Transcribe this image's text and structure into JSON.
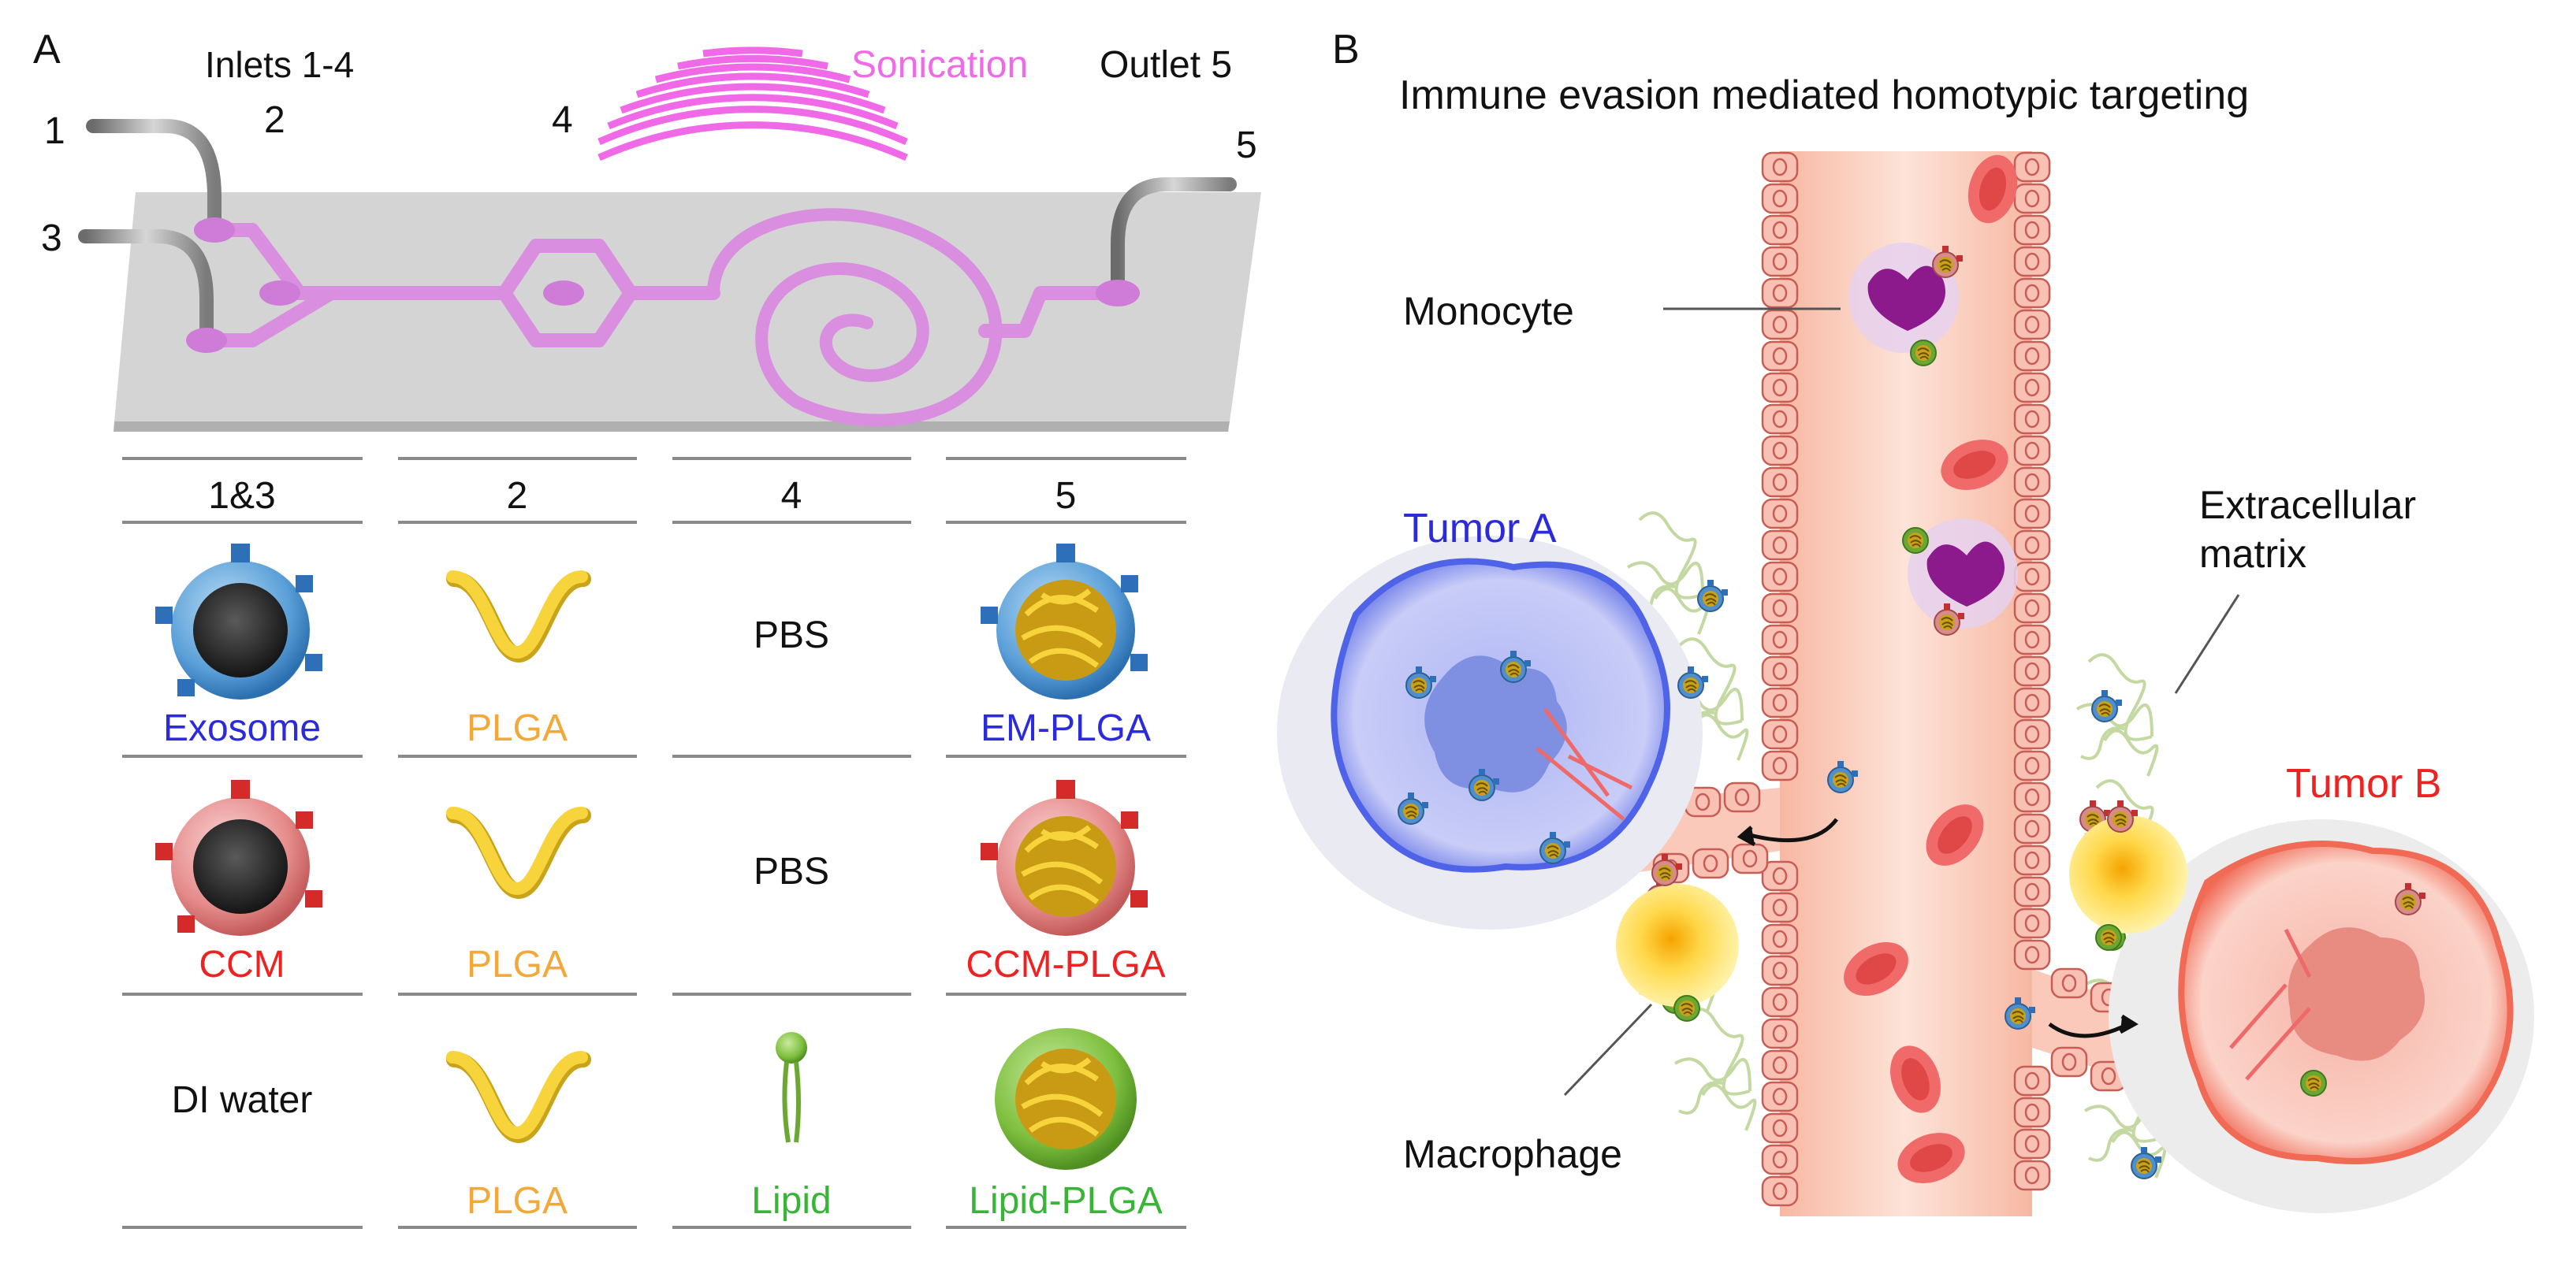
{
  "panel_a": {
    "letter": "A",
    "inlets_label": "Inlets 1-4",
    "sonication_label": "Sonication",
    "outlet_label": "Outlet 5",
    "port_labels": [
      "1",
      "2",
      "3",
      "4",
      "5"
    ],
    "table": {
      "headers": [
        "1&3",
        "2",
        "4",
        "5"
      ],
      "rows": [
        {
          "inlet13": "Exosome",
          "inlet2": "PLGA",
          "inlet4": "PBS",
          "outlet": "EM-PLGA"
        },
        {
          "inlet13": "CCM",
          "inlet2": "PLGA",
          "inlet4": "PBS",
          "outlet": "CCM-PLGA"
        },
        {
          "inlet13": "DI water",
          "inlet2": "PLGA",
          "inlet4": "Lipid",
          "outlet": "Lipid-PLGA"
        }
      ]
    }
  },
  "panel_b": {
    "letter": "B",
    "title": "Immune evasion mediated homotypic targeting",
    "labels": {
      "monocyte": "Monocyte",
      "tumor_a": "Tumor A",
      "tumor_b": "Tumor B",
      "ecm": "Extracellular matrix",
      "macrophage": "Macrophage"
    }
  },
  "colors": {
    "chip_channel": "#d98ee0",
    "sonication": "#f06ae8",
    "exosome": "#2b2bdc",
    "ccm": "#ee2222",
    "plga": "#f2a93a",
    "lipid": "#38b437",
    "vessel": "#fbd2c4",
    "rbc": "#f06a6a"
  }
}
